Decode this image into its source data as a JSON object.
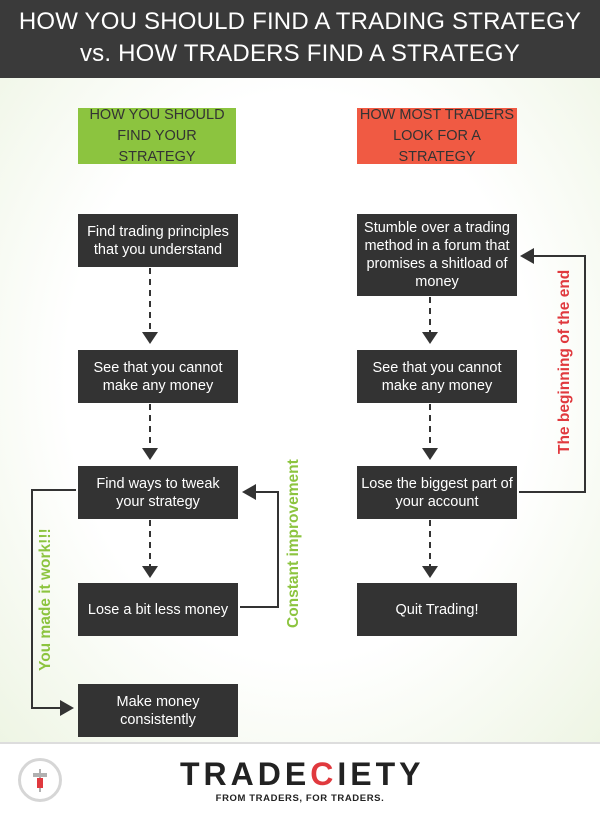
{
  "header": {
    "line1": "HOW YOU SHOULD FIND A TRADING STRATEGY",
    "line2": "vs.  HOW TRADERS FIND A STRATEGY"
  },
  "left_column": {
    "label": "HOW YOU SHOULD\nFIND YOUR STRATEGY",
    "color": "#8cc43f",
    "steps": [
      "Find trading principles that you understand",
      "See that you cannot make any money",
      "Find ways to tweak your strategy",
      "Lose a bit less money",
      "Make money consistently"
    ],
    "loop_label": "Constant improvement",
    "success_label": "You made it work!!!"
  },
  "right_column": {
    "label": "HOW MOST TRADERS\nLOOK FOR A STRATEGY",
    "color": "#f05a43",
    "steps": [
      "Stumble over a trading method in a forum that promises a shitload of money",
      "See that you cannot make any money",
      "Lose the biggest part of your account",
      "Quit Trading!"
    ],
    "loop_label": "The beginning of the end"
  },
  "footer": {
    "brand_part1": "TRADE",
    "brand_accent": "C",
    "brand_part2": "IETY",
    "tagline": "FROM TRADERS, FOR TRADERS.",
    "logo_icon": "candlestick-logo-icon"
  }
}
